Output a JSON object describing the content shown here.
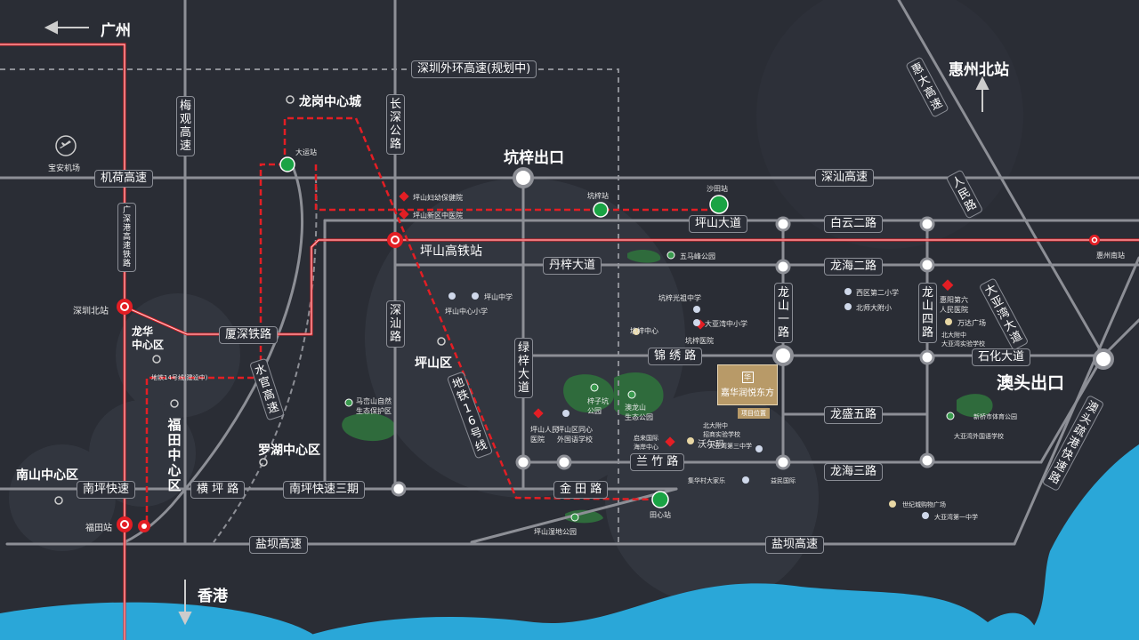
{
  "directions": {
    "guangzhou": "广州",
    "hongkong": "香港",
    "huizhou_north": "惠州北站"
  },
  "districts": {
    "longgang": "龙岗中心城",
    "pingshan": "坪山区",
    "luohu": "罗湖中心区",
    "nanshan": "南山中心区",
    "longhua": "龙华\n中心区",
    "futian": "福田中心区",
    "aotou_exit": "澳头出口",
    "kengzi_exit": "坑梓出口",
    "bao_an_airport": "宝安机场"
  },
  "roads": {
    "outer_ring": "深圳外环高速(规划中)",
    "jihe": "机荷高速",
    "shenshan": "深汕高速",
    "pingshan_avenue": "坪山大道",
    "baiyun2": "白云二路",
    "danzi": "丹梓大道",
    "longhai2": "龙海二路",
    "pingshan_hsr": "坪山高铁站",
    "xiashen": "厦深铁路",
    "jinxiu": "锦 绣 路",
    "shihua": "石化大道",
    "longsheng5": "龙盛五路",
    "lanzhu": "兰 竹 路",
    "longhai3": "龙海三路",
    "jintian": "金 田 路",
    "hengping": "横 坪 路",
    "nanping_exp": "南坪快速",
    "nanping3": "南坪快速三期",
    "yanba": "盐坝高速",
    "yanba2": "盐坝高速",
    "meiguan": "梅观高速",
    "changshen": "长深公路",
    "guangshen_hsr": "广深港高速铁路",
    "shuiguan": "水官高速",
    "shenshan_rd": "深汕路",
    "luzi": "绿梓大道",
    "metro16": "地铁16号线",
    "longshan1": "龙山一路",
    "longshan4": "龙山四路",
    "huida": "惠大高速",
    "renmin": "人民路",
    "dayawan": "大亚湾大道",
    "aotou_exp": "澳头疏港快速路"
  },
  "stations": {
    "shenzhen_north": "深圳北站",
    "futian_station": "福田站",
    "datong": "大运站",
    "kengzi": "坑梓站",
    "shatian": "沙田站",
    "tianxin": "田心站",
    "huizhou_south": "惠州南站",
    "metro14_note": "地铁14号线(建设中)"
  },
  "pois": {
    "women_children": "坪山妇幼保健院",
    "tcm": "坪山新区中医院",
    "pingshan_middle": "坪山中学",
    "pingshan_primary": "坪山中心小学",
    "wumafeng": "五马峰公园",
    "kengzi_primary": "坑梓光祖中学",
    "dazhan_primary": "大亚湾中小学",
    "kengzi_hospital": "坑梓医院",
    "kengzi_center": "坑梓中心",
    "malaoshan": "马峦山自然\n生态保护区",
    "zijing": "梓子坑\n公园",
    "aolong": "澳龙山\n生态公园",
    "pingshan_people": "坪山人民\n医院",
    "tongxin": "坪山区同心\n外国语学校",
    "walmart": "沃尔玛",
    "center_zone": "启来国际\n海岸中心",
    "north_school": "北大附中\n招商实验学校",
    "dayawan_school3": "大亚湾第三中学",
    "xicheng2": "西区第二小学",
    "beishi": "北师大附小",
    "huiyang6": "惠阳第六\n人民医院",
    "wanda": "万达广场",
    "beida_hz": "北大附中\n大亚湾实验学校",
    "wetland": "坪山湿地公园",
    "jimao": "集华村大家乐",
    "yiping": "益民国际",
    "weiyan": "新桥市体育公园",
    "dayawan_foreign": "大亚湾外国语学校",
    "century": "世纪城购物广场",
    "dayawan_middle": "大亚湾第一中学"
  },
  "project": {
    "name": "嘉华润悦东方",
    "tag": "项目位置",
    "logo": "华"
  },
  "colors": {
    "background": "#2a2d35",
    "road": "#8d8f96",
    "rail": "#e31e24",
    "metro": "#e31e24",
    "accent": "#b89a68",
    "metro_icon": "#1aa344",
    "sea": "#2aa7d8"
  }
}
